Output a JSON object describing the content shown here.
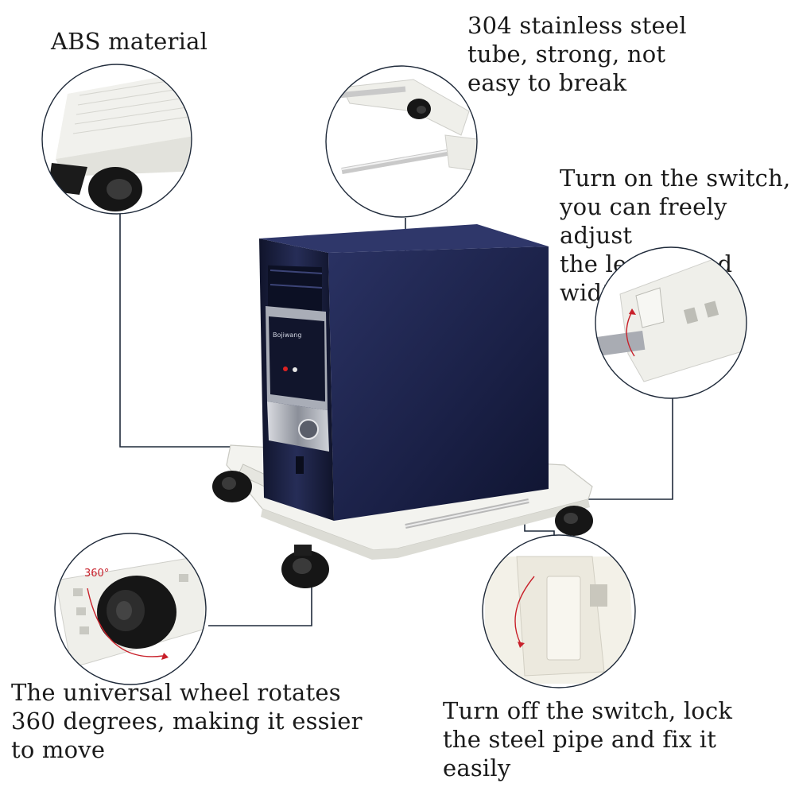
{
  "captions": {
    "abs_material": "ABS material",
    "steel_tube": "304 stainless steel\ntube, strong, not\neasy to break",
    "switch_on": "Turn on the switch,\nyou can freely adjust\nthe length and width",
    "wheel": "The universal wheel rotates\n360 degrees, making it essier\nto move",
    "switch_off": "Turn off the switch, lock\nthe steel pipe and fix it\neasily"
  },
  "badge_360": "360°",
  "pc_brand": "Bojiwang",
  "colors": {
    "case_navy": "#1c2140",
    "case_side": "#232a55",
    "stand_white": "#f2f2ee",
    "wheel_black": "#161616",
    "callout_line": "#1f2a3a",
    "arrow_red": "#c8202a"
  }
}
